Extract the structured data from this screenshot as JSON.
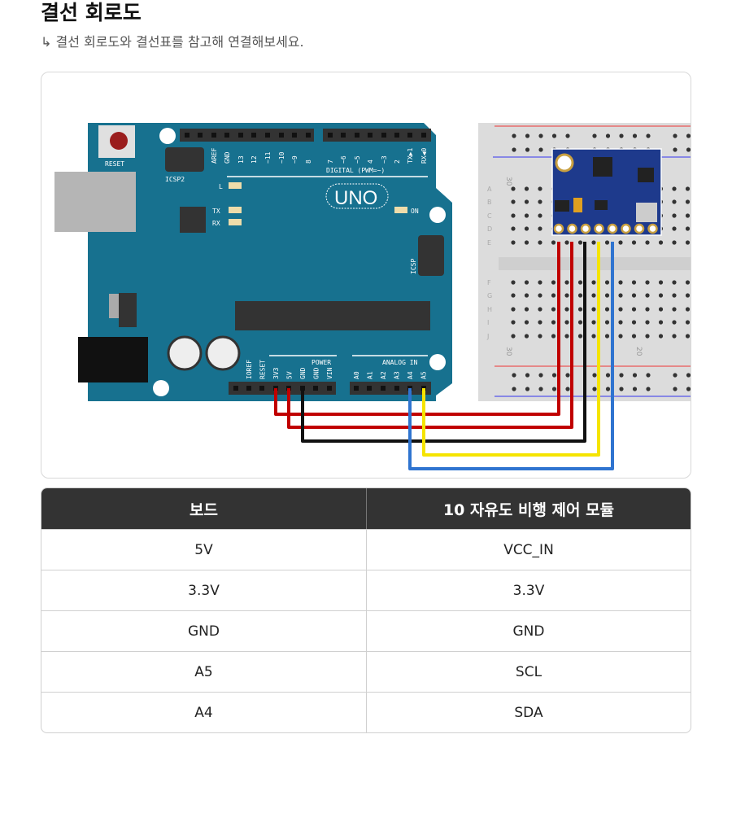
{
  "heading": "결선 회로도",
  "subtitle": "↳ 결선 회로도와 결선표를 참고해 연결해보세요.",
  "diagram": {
    "board_labels": {
      "reset": "RESET",
      "icsp2": "ICSP2",
      "icsp": "ICSP",
      "uno": "UNO",
      "on": "ON",
      "l": "L",
      "tx": "TX",
      "rx": "RX",
      "digital": "DIGITAL (PWM=~)",
      "power": "POWER",
      "analog": "ANALOG IN"
    },
    "top_pins": [
      "AREF",
      "GND",
      "13",
      "12",
      "~11",
      "~10",
      "~9",
      "8",
      "7",
      "~6",
      "~5",
      "4",
      "~3",
      "2",
      "TX▶1",
      "RX◀0"
    ],
    "power_pins": [
      "IOREF",
      "RESET",
      "3V3",
      "5V",
      "GND",
      "GND",
      "VIN"
    ],
    "analog_pins": [
      "A0",
      "A1",
      "A2",
      "A3",
      "A4",
      "A5"
    ],
    "breadboard_rows": [
      "A",
      "B",
      "C",
      "D",
      "E",
      "F",
      "G",
      "H",
      "I",
      "J"
    ],
    "breadboard_cols": [
      "30",
      "20"
    ],
    "wire_colors": {
      "red": "#c00000",
      "black": "#111111",
      "yellow": "#f5e400",
      "blue": "#2f74d0"
    },
    "board_color": "#17718f",
    "module_color": "#1e3a8c"
  },
  "table": {
    "headers": [
      "보드",
      "10 자유도 비행 제어 모듈"
    ],
    "rows": [
      [
        "5V",
        "VCC_IN"
      ],
      [
        "3.3V",
        "3.3V"
      ],
      [
        "GND",
        "GND"
      ],
      [
        "A5",
        "SCL"
      ],
      [
        "A4",
        "SDA"
      ]
    ]
  }
}
